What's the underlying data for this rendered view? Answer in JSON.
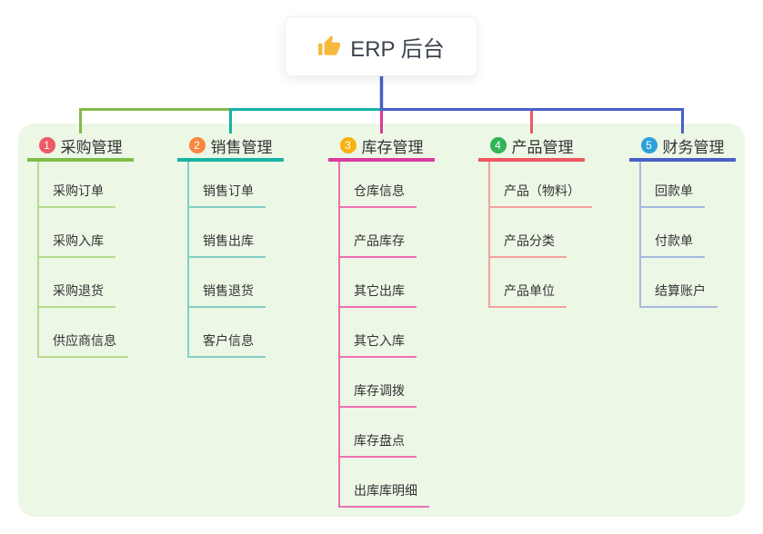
{
  "root": {
    "title": "ERP 后台",
    "icon": "thumbs-up-icon",
    "icon_color": "#f6b93d"
  },
  "canvas": {
    "background": "#ffffff",
    "panel_background": "#ecf7e6",
    "text_color": "#333333",
    "trunk_color": "#4a5fc6"
  },
  "branches": [
    {
      "badge": "1",
      "label": "采购管理",
      "colors": {
        "badge": "#ef5964",
        "line": "#7fbc4a",
        "child_line": "#b7da8e"
      },
      "children": [
        "采购订单",
        "采购入库",
        "采购退货",
        "供应商信息"
      ]
    },
    {
      "badge": "2",
      "label": "销售管理",
      "colors": {
        "badge": "#f8873f",
        "line": "#17b3a3",
        "child_line": "#82d0c6"
      },
      "children": [
        "销售订单",
        "销售出库",
        "销售退货",
        "客户信息"
      ]
    },
    {
      "badge": "3",
      "label": "库存管理",
      "colors": {
        "badge": "#f9b213",
        "line": "#d93b9e",
        "child_line": "#ef6fb4"
      },
      "children": [
        "仓库信息",
        "产品库存",
        "其它出库",
        "其它入库",
        "库存调拨",
        "库存盘点",
        "出库库明细"
      ]
    },
    {
      "badge": "4",
      "label": "产品管理",
      "colors": {
        "badge": "#32b356",
        "line": "#ef5661",
        "child_line": "#f3a29b"
      },
      "children": [
        "产品（物料）",
        "产品分类",
        "产品单位"
      ]
    },
    {
      "badge": "5",
      "label": "财务管理",
      "colors": {
        "badge": "#2da0d9",
        "line": "#4a5fc6",
        "child_line": "#a8b9de"
      },
      "children": [
        "回款单",
        "付款单",
        "结算账户"
      ]
    }
  ]
}
